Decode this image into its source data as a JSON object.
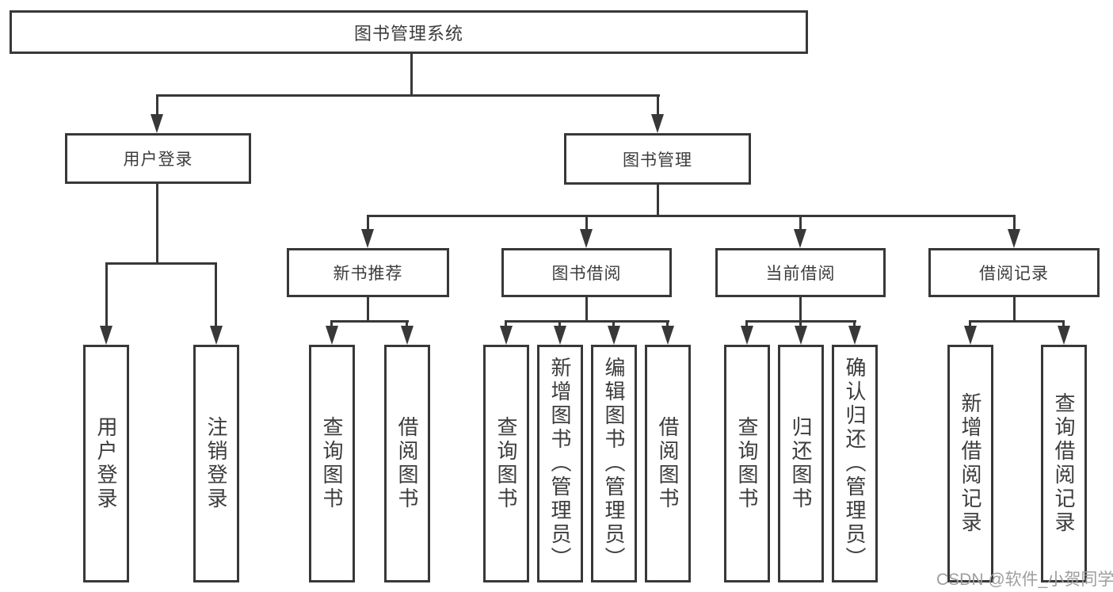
{
  "diagram": {
    "root": {
      "label": "图书管理系统"
    },
    "level2": {
      "user_login": {
        "label": "用户登录"
      },
      "book_management": {
        "label": "图书管理"
      }
    },
    "level3": {
      "new_book_recommend": {
        "label": "新书推荐"
      },
      "book_borrow": {
        "label": "图书借阅"
      },
      "current_borrow": {
        "label": "当前借阅"
      },
      "borrow_records": {
        "label": "借阅记录"
      }
    },
    "leaves": {
      "user_login": [
        "用户登录",
        "注销登录"
      ],
      "new_book_recommend": [
        "查询图书",
        "借阅图书"
      ],
      "book_borrow": [
        "查询图书",
        "新增图书（管理员）",
        "编辑图书（管理员）",
        "借阅图书"
      ],
      "current_borrow": [
        "查询图书",
        "归还图书",
        "确认归还（管理员）"
      ],
      "borrow_records": [
        "新增借阅记录",
        "查询借阅记录"
      ]
    }
  },
  "watermark": "CSDN @软件_小贺同学",
  "colors": {
    "line": "#383838",
    "text": "#3c3c3c",
    "background": "#ffffff",
    "watermark": "#9e9e9e"
  }
}
